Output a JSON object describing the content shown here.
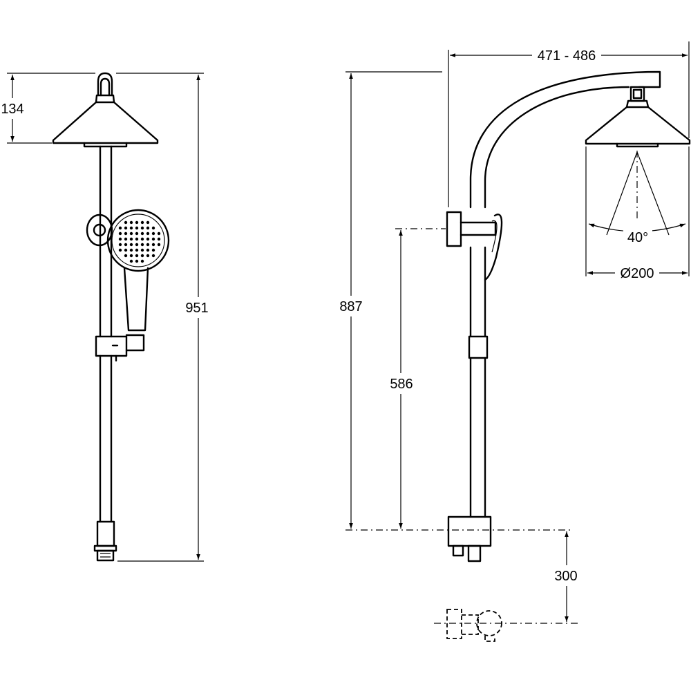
{
  "drawing": {
    "front_view": {
      "dim_head_height": "134",
      "dim_total_height": "951"
    },
    "side_view": {
      "dim_arm_projection": "471 - 486",
      "dim_spray_angle": "40°",
      "dim_head_diameter": "Ø200",
      "dim_riser_height": "887",
      "dim_holder_height": "586",
      "dim_inlet_offset": "300"
    }
  }
}
